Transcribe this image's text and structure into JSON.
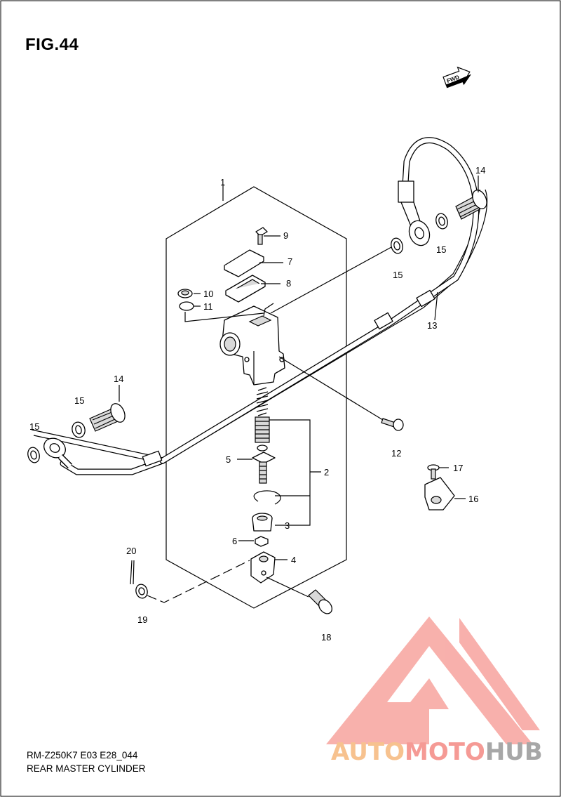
{
  "figure_title": "FIG.44",
  "direction_marker": "FWD",
  "model_code": "RM-Z250K7 E03 E28_044",
  "assembly_name": "REAR MASTER CYLINDER",
  "watermark": {
    "part1": "AUTO",
    "part2": "MOTO",
    "part3": "HUB",
    "colors": {
      "auto": "#f7c28f",
      "moto": "#f59a95",
      "hub": "#a7a7a7",
      "triangle": "#f7a39e"
    }
  },
  "callouts": {
    "c1": "1",
    "c2": "2",
    "c3": "3",
    "c4": "4",
    "c5": "5",
    "c6": "6",
    "c7": "7",
    "c8": "8",
    "c9": "9",
    "c10": "10",
    "c11": "11",
    "c12": "12",
    "c13": "13",
    "c14a": "14",
    "c14b": "14",
    "c15a": "15",
    "c15b": "15",
    "c15c": "15",
    "c15d": "15",
    "c16": "16",
    "c17": "17",
    "c18": "18",
    "c19": "19",
    "c20": "20"
  }
}
